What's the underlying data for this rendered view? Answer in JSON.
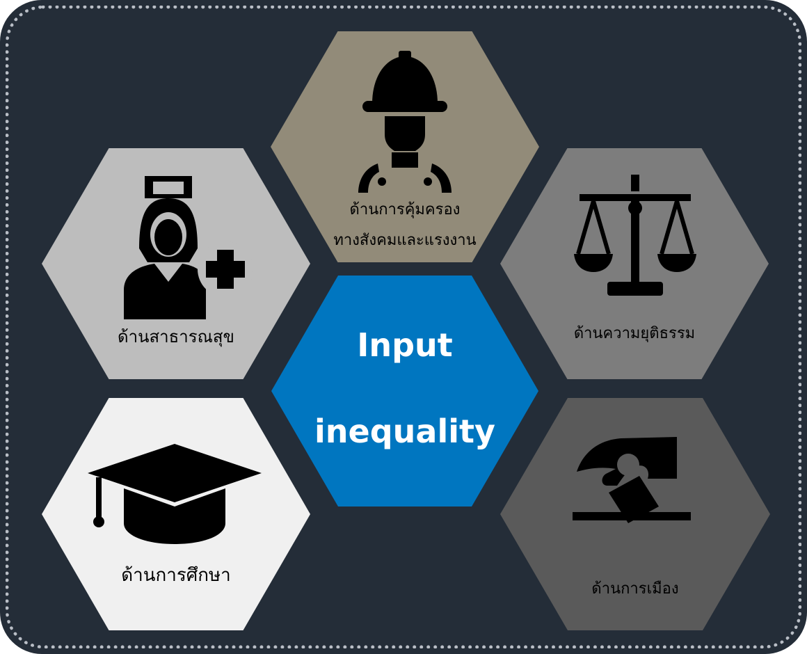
{
  "center": {
    "line1": "Input",
    "line2": "inequality",
    "color": "#0076c0"
  },
  "hexagons": [
    {
      "id": "public-health",
      "label": "ด้านสาธารณสุข",
      "color": "#bdbdbd",
      "icon": "nurse-icon"
    },
    {
      "id": "social-protection",
      "label_line1": "ด้านการคุ้มครอง",
      "label_line2": "ทางสังคมและแรงงาน",
      "color": "#928b79",
      "icon": "worker-icon"
    },
    {
      "id": "justice",
      "label": "ด้านความยุติธรรม",
      "color": "#7d7d7d",
      "icon": "scales-icon"
    },
    {
      "id": "education",
      "label": "ด้านการศึกษา",
      "color": "#f0f0f0",
      "icon": "graduation-cap-icon"
    },
    {
      "id": "politics",
      "label": "ด้านการเมือง",
      "color": "#5a5a5a",
      "icon": "ballot-box-icon"
    }
  ]
}
